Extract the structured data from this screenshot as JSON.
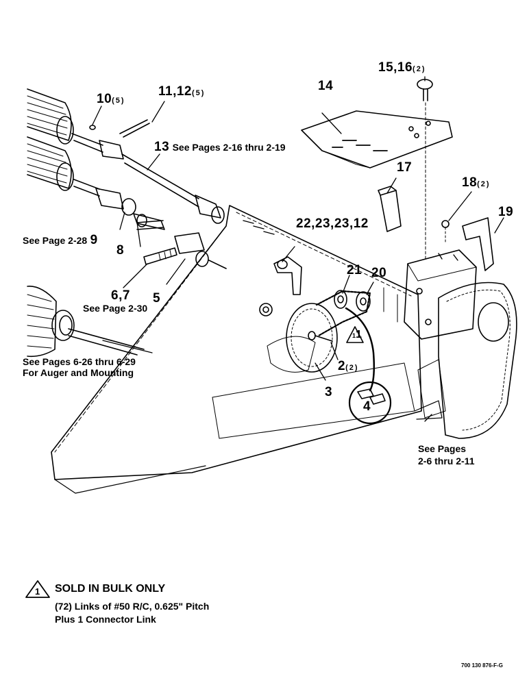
{
  "callouts": {
    "c10": {
      "num": "10",
      "qty": "(5)"
    },
    "c11": {
      "num": "11,12",
      "qty": "(5)"
    },
    "c13": {
      "num": "13",
      "ref": "See Pages 2-16 thru 2-19"
    },
    "c14": {
      "num": "14"
    },
    "c15": {
      "num": "15,16",
      "qty": "(2)"
    },
    "c17": {
      "num": "17"
    },
    "c18": {
      "num": "18",
      "qty": "(2)"
    },
    "c19": {
      "num": "19"
    },
    "c22": {
      "num": "22,23,23,12"
    },
    "c9": {
      "ref": "See Page 2-28",
      "num": "9"
    },
    "c8": {
      "num": "8"
    },
    "c67": {
      "num": "6,7"
    },
    "c5": {
      "num": "5"
    },
    "c21": {
      "num": "21"
    },
    "c20": {
      "num": "20"
    },
    "c1": {
      "num": "1"
    },
    "c2": {
      "num": "2",
      "qty": "(2)"
    },
    "c3": {
      "num": "3"
    },
    "c4": {
      "num": "4"
    }
  },
  "refs": {
    "page_2_30": "See Page 2-30",
    "auger_line1": "See Pages 6-26 thru 6-29",
    "auger_line2": "For Auger and Mounting",
    "drive_line1": "See Pages",
    "drive_line2": "2-6 thru 2-11"
  },
  "note": {
    "symbol": "1",
    "title": "SOLD IN BULK ONLY",
    "line1": "(72) Links of #50 R/C, 0.625\" Pitch",
    "line2": "Plus 1 Connector Link"
  },
  "doc_id": "700 130 876-F-G"
}
